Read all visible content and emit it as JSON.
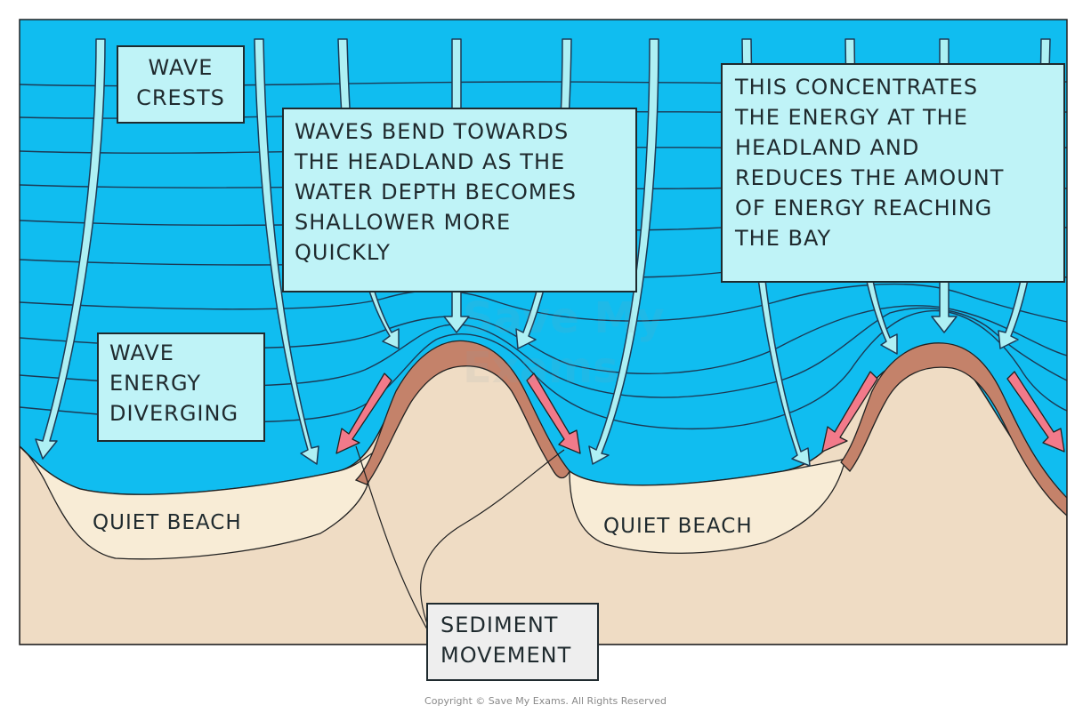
{
  "labels": {
    "wave_crests": [
      "WAVE",
      "CRESTS"
    ],
    "waves_bend": [
      "WAVES BEND TOWARDS",
      "THE HEADLAND AS THE",
      "WATER DEPTH BECOMES",
      "SHALLOWER MORE",
      "QUICKLY"
    ],
    "concentrates": [
      "THIS CONCENTRATES",
      "THE ENERGY AT THE",
      "HEADLAND AND",
      "REDUCES THE AMOUNT",
      "OF ENERGY REACHING",
      "THE BAY"
    ],
    "wave_energy": [
      "WAVE",
      "ENERGY",
      "DIVERGING"
    ],
    "quiet_beach_left": "QUIET BEACH",
    "quiet_beach_right": "QUIET BEACH",
    "sediment": [
      "SEDIMENT",
      "MOVEMENT"
    ]
  },
  "watermark": "Save My Exams",
  "copyright": "Copyright © Save My Exams. All Rights Reserved",
  "colors": {
    "sea": "#10bdf0",
    "wave_line": "#1c3a55",
    "land": "#efdcc4",
    "beach": "#f8ecd6",
    "cliff": "#c4826a",
    "arrow_fill": "#aef0f4",
    "sediment_arrow": "#f27a8a",
    "label_bg": "#bff3f7"
  }
}
